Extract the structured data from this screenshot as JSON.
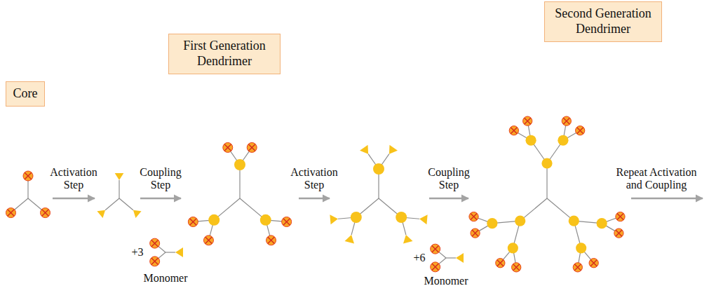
{
  "diagram": {
    "nodes": [
      {
        "text": [
          "Core"
        ]
      },
      {
        "text": [
          "First Generation Dendrimer"
        ]
      },
      {
        "text": [
          "Second Generation Dendrimer"
        ]
      }
    ],
    "labels": [
      "Activation Step",
      "Coupling Step",
      "+3",
      "Monomer",
      "Activation Step",
      "Coupling Step",
      "+6",
      "Monomer",
      "Repeat Activation and Coupling"
    ]
  }
}
